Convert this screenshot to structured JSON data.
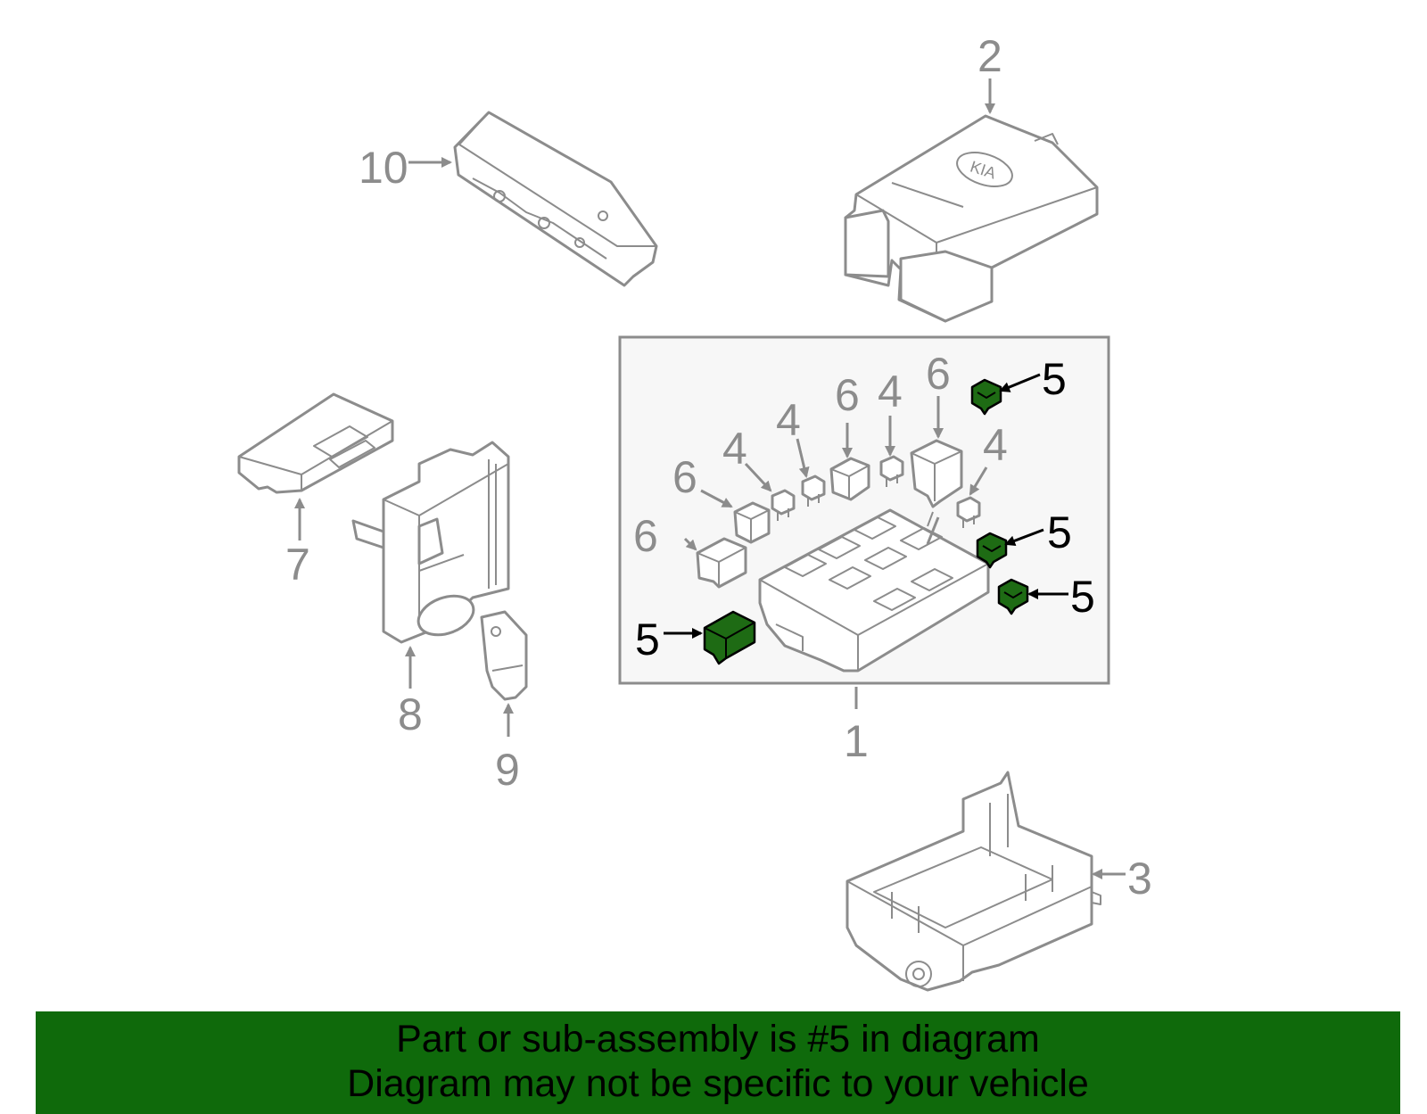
{
  "labels": {
    "p1": "1",
    "p2": "2",
    "p3": "3",
    "p4a": "4",
    "p4b": "4",
    "p4c": "4",
    "p4d": "4",
    "p5a": "5",
    "p5b": "5",
    "p5c": "5",
    "p5d": "5",
    "p6a": "6",
    "p6b": "6",
    "p6c": "6",
    "p6d": "6",
    "p7": "7",
    "p8": "8",
    "p9": "9",
    "p10": "10"
  },
  "logo_text": "KIA",
  "banner": {
    "line1": "Part or sub-assembly is #5 in diagram",
    "line2": "Diagram may not be specific to your vehicle"
  },
  "colors": {
    "highlight": "#1e6b14",
    "banner": "#0f6a0b",
    "line_grey": "#8c8c8c",
    "group_box_fill": "#f7f7f7"
  }
}
